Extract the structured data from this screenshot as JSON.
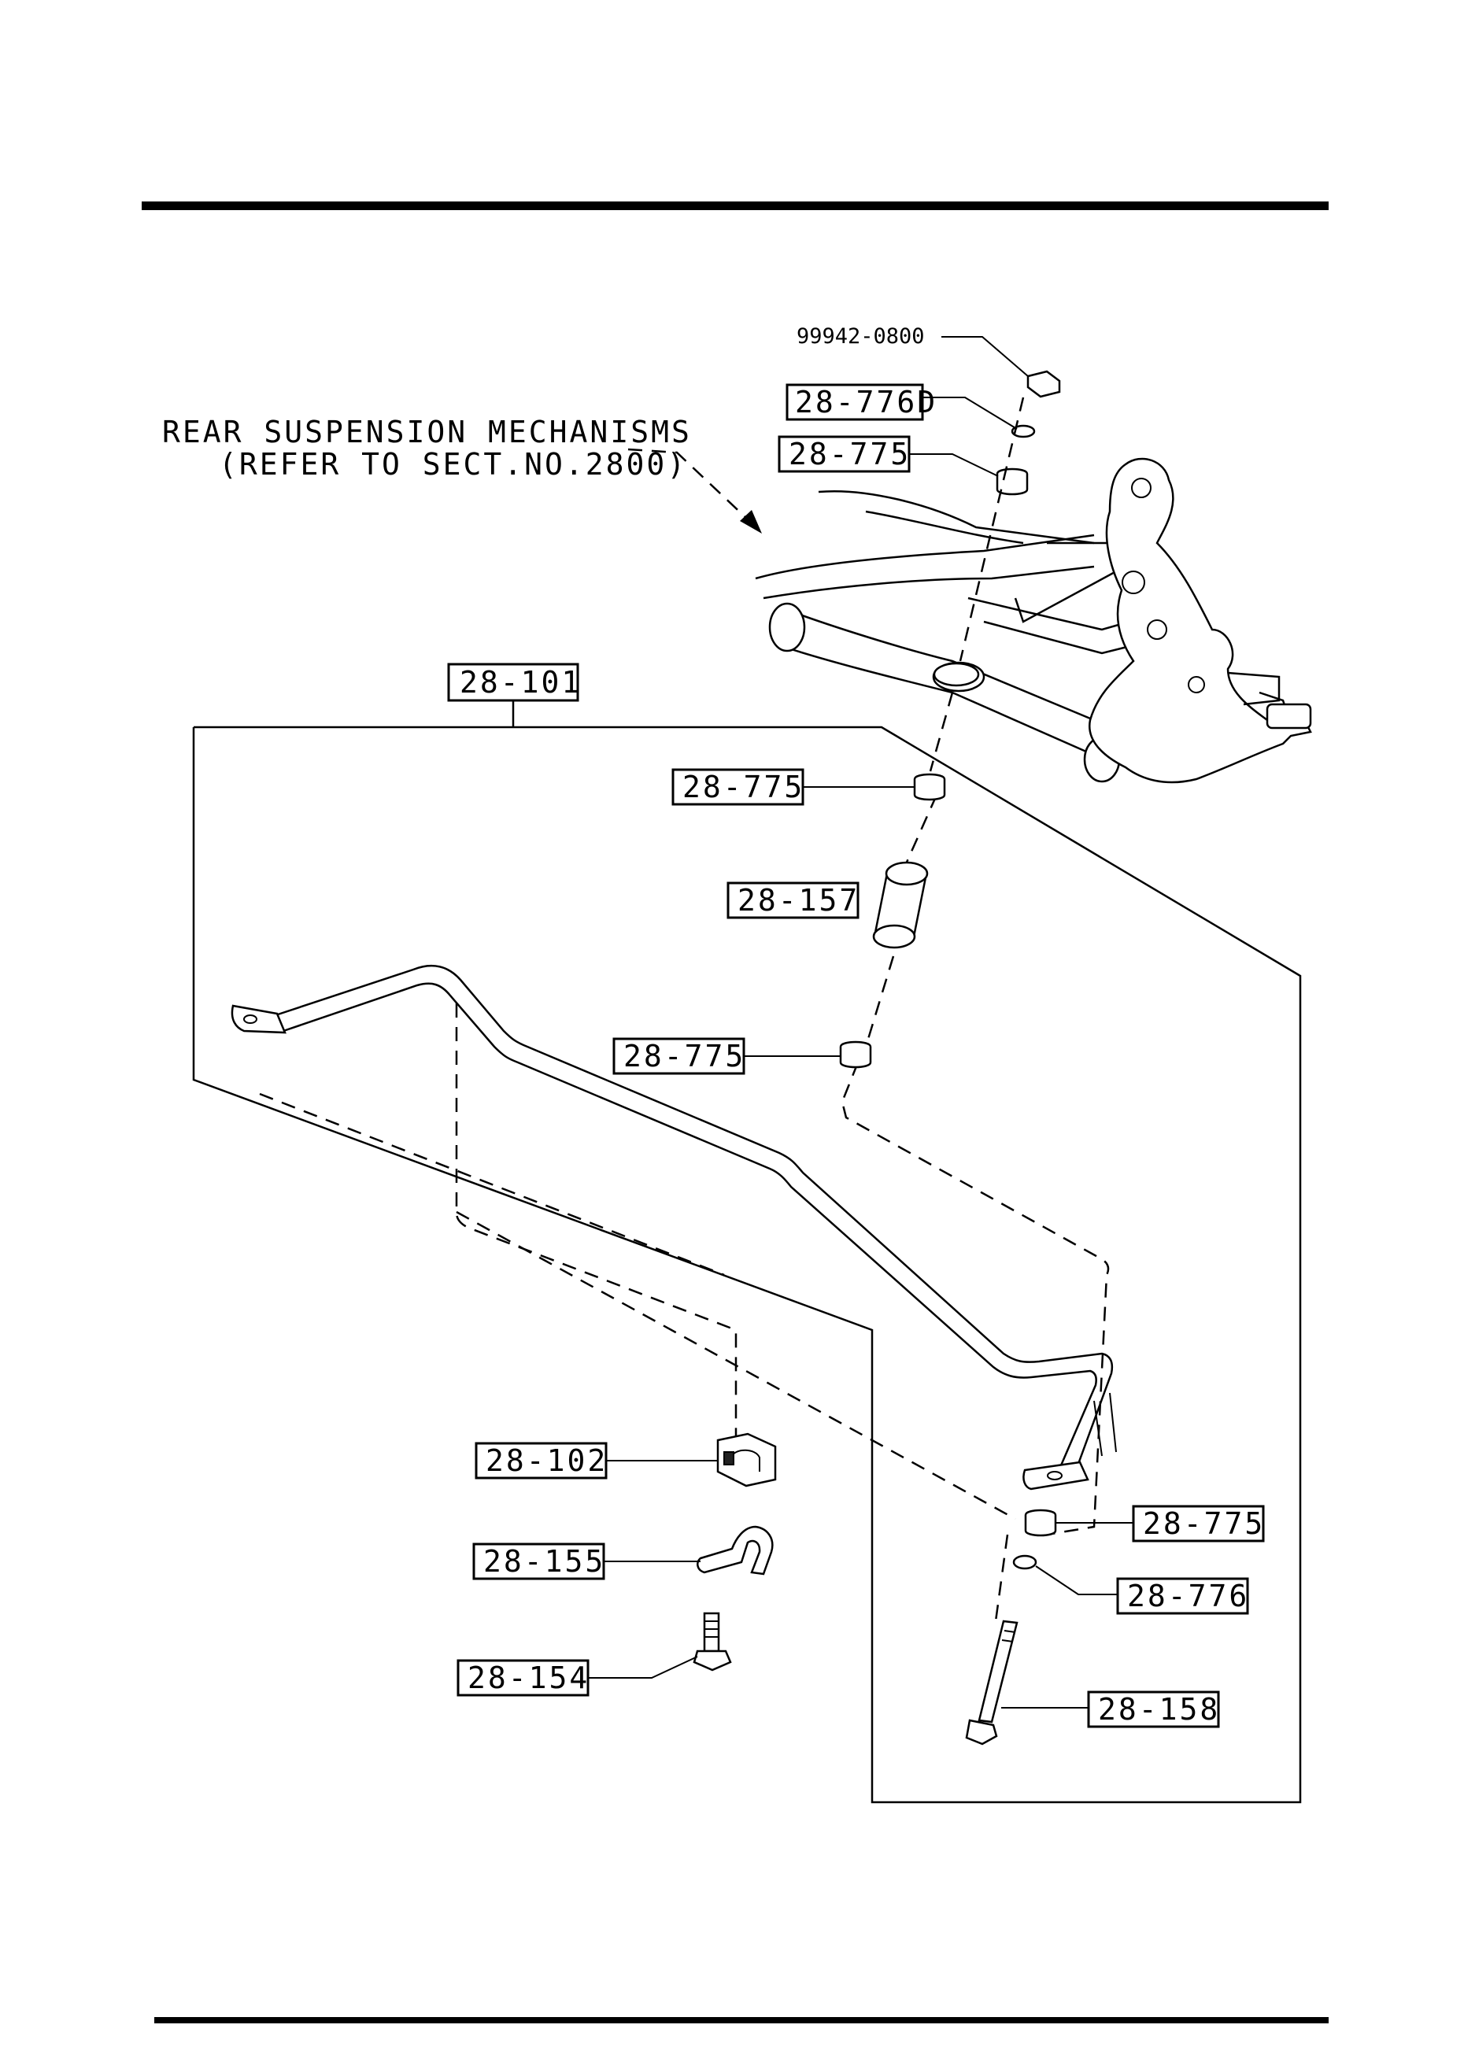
{
  "note": {
    "line1": "REAR SUSPENSION MECHANISMS",
    "line2": "(REFER TO SECT.NO.2800)"
  },
  "callouts": {
    "nut": "99942-0800",
    "washer_top": "28-776D",
    "bushing_top": "28-775",
    "stabilizer_bar": "28-101",
    "bushing_upper": "28-775",
    "spacer": "28-157",
    "bushing_lower": "28-775",
    "mount_bushing": "28-102",
    "bracket": "28-155",
    "bolt": "28-154",
    "bushing_link": "28-775",
    "washer_link": "28-776",
    "link_bolt": "28-158"
  }
}
